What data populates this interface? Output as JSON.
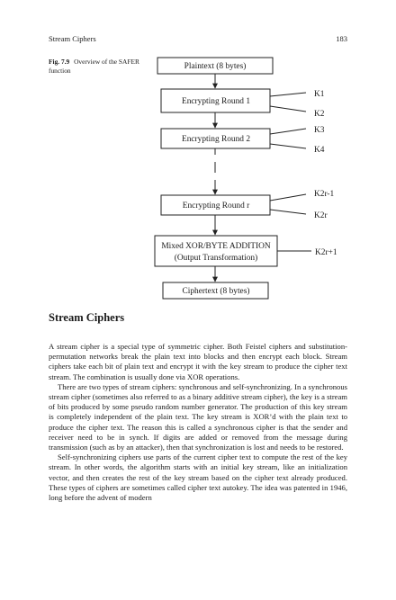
{
  "header": {
    "running_title": "Stream Ciphers",
    "page_number": "183"
  },
  "figure": {
    "caption_label": "Fig. 7.9",
    "caption_text": "Overview of the SAFER function",
    "boxes": {
      "plaintext": "Plaintext (8 bytes)",
      "round1": "Encrypting Round 1",
      "round2": "Encrypting Round 2",
      "round_r": "Encrypting Round r",
      "xor_line1": "Mixed XOR/BYTE ADDITION",
      "xor_line2": "(Output Transformation)",
      "ciphertext": "Ciphertext (8 bytes)"
    },
    "keys": {
      "k1": "K1",
      "k2": "K2",
      "k3": "K3",
      "k4": "K4",
      "k2r_minus_1": "K2r-1",
      "k2r": "K2r",
      "k2r_plus_1": "K2r+1"
    }
  },
  "section": {
    "title": "Stream Ciphers",
    "paragraphs": [
      "A stream cipher is a special type of symmetric cipher. Both Feistel ciphers and substitution-permutation networks break the plain text into blocks and then encrypt each block. Stream ciphers take each bit of plain text and encrypt it with the key stream to produce the cipher text stream. The combination is usually done via XOR operations.",
      "There are two types of stream ciphers: synchronous and self-synchronizing. In a synchronous stream cipher (sometimes also referred to as a binary additive stream cipher), the key is a stream of bits produced by some pseudo random number generator. The production of this key stream is completely independent of the plain text. The key stream is XOR’d with the plain text to produce the cipher text. The reason this is called a synchronous cipher is that the sender and receiver need to be in synch. If digits are added or removed from the message during transmission (such as by an attacker), then that synchronization is lost and needs to be restored.",
      "Self-synchronizing ciphers use parts of the current cipher text to compute the rest of the key stream. In other words, the algorithm starts with an initial key stream, like an initialization vector, and then creates the rest of the key stream based on the cipher text already produced. These types of ciphers are sometimes called cipher text autokey. The idea was patented in 1946, long before the advent of modern"
    ]
  }
}
